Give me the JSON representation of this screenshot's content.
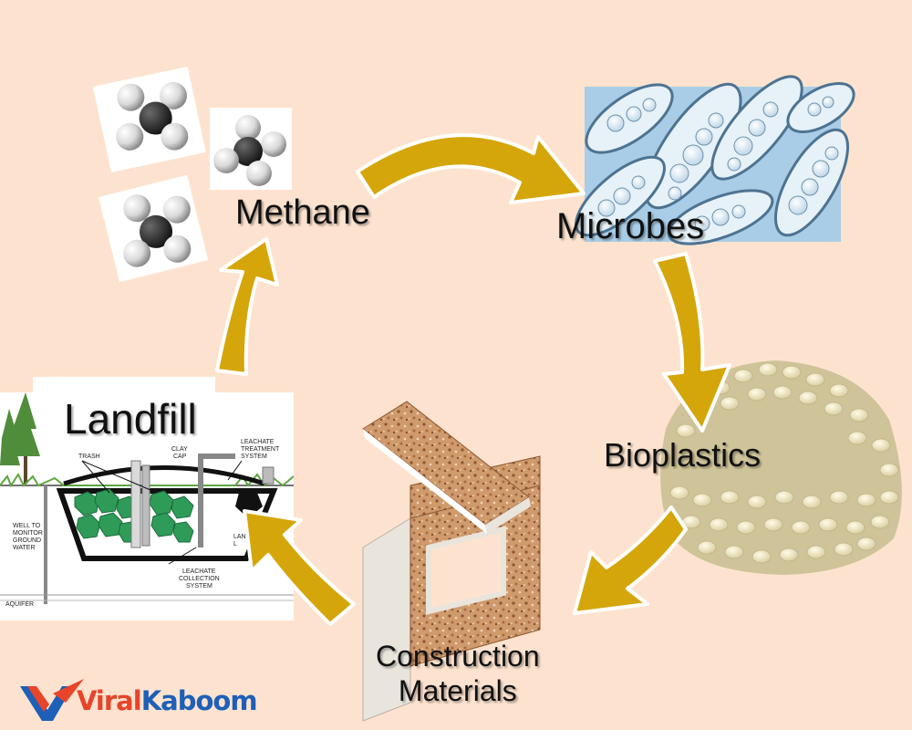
{
  "labels": {
    "methane": "Methane",
    "microbes": "Microbes",
    "bioplastics": "Bioplastics",
    "construction_line1": "Construction",
    "construction_line2": "Materials",
    "landfill": "Landfill"
  },
  "landfill_diagram": {
    "trash": "TRASH",
    "clay_cap_1": "CLAY",
    "clay_cap_2": "CAP",
    "leachate_treatment_1": "LEACHATE",
    "leachate_treatment_2": "TREATMENT",
    "leachate_treatment_3": "SYSTEM",
    "well_1": "WELL TO",
    "well_2": "MONITOR",
    "well_3": "GROUND",
    "well_4": "WATER",
    "leachate_collection_1": "LEACHATE",
    "leachate_collection_2": "COLLECTION",
    "leachate_collection_3": "SYSTEM",
    "liner_1": "LAN",
    "liner_2": "L",
    "aquifer": "AQUIFER"
  },
  "logo": {
    "part1": "Viral",
    "part2": "Kaboom"
  },
  "colors": {
    "background": "#fde3cf",
    "arrow": "#d4a60a",
    "arrow_outline": "#ffffff",
    "logo_red": "#e8442a",
    "logo_blue": "#1e5fb8"
  }
}
